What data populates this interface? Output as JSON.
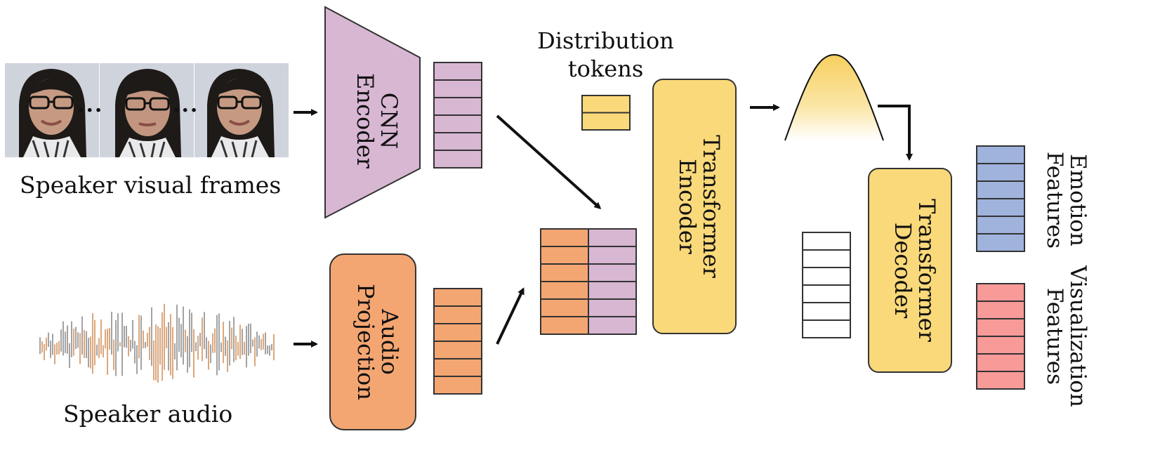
{
  "inputs": {
    "visual_caption": "Speaker visual frames",
    "audio_caption": "Speaker audio",
    "frame_ellipsis": "..."
  },
  "modules": {
    "cnn_encoder": [
      "CNN",
      "Encoder"
    ],
    "audio_projection": [
      "Audio",
      "Projection"
    ],
    "transformer_encoder": [
      "Transformer",
      "Encoder"
    ],
    "transformer_decoder": [
      "Transformer",
      "Decoder"
    ]
  },
  "tokens": {
    "distribution_label": [
      "Distribution",
      "tokens"
    ]
  },
  "outputs": {
    "emotion_label": [
      "Emotion",
      "Features"
    ],
    "visualization_label": [
      "Visualization",
      "Features"
    ]
  },
  "colors": {
    "cnn": "#d8b7d3",
    "audio": "#f4a672",
    "transformer": "#fad97a",
    "emotion": "#9fb3dc",
    "visualization": "#f79a98",
    "outline": "#333333"
  }
}
